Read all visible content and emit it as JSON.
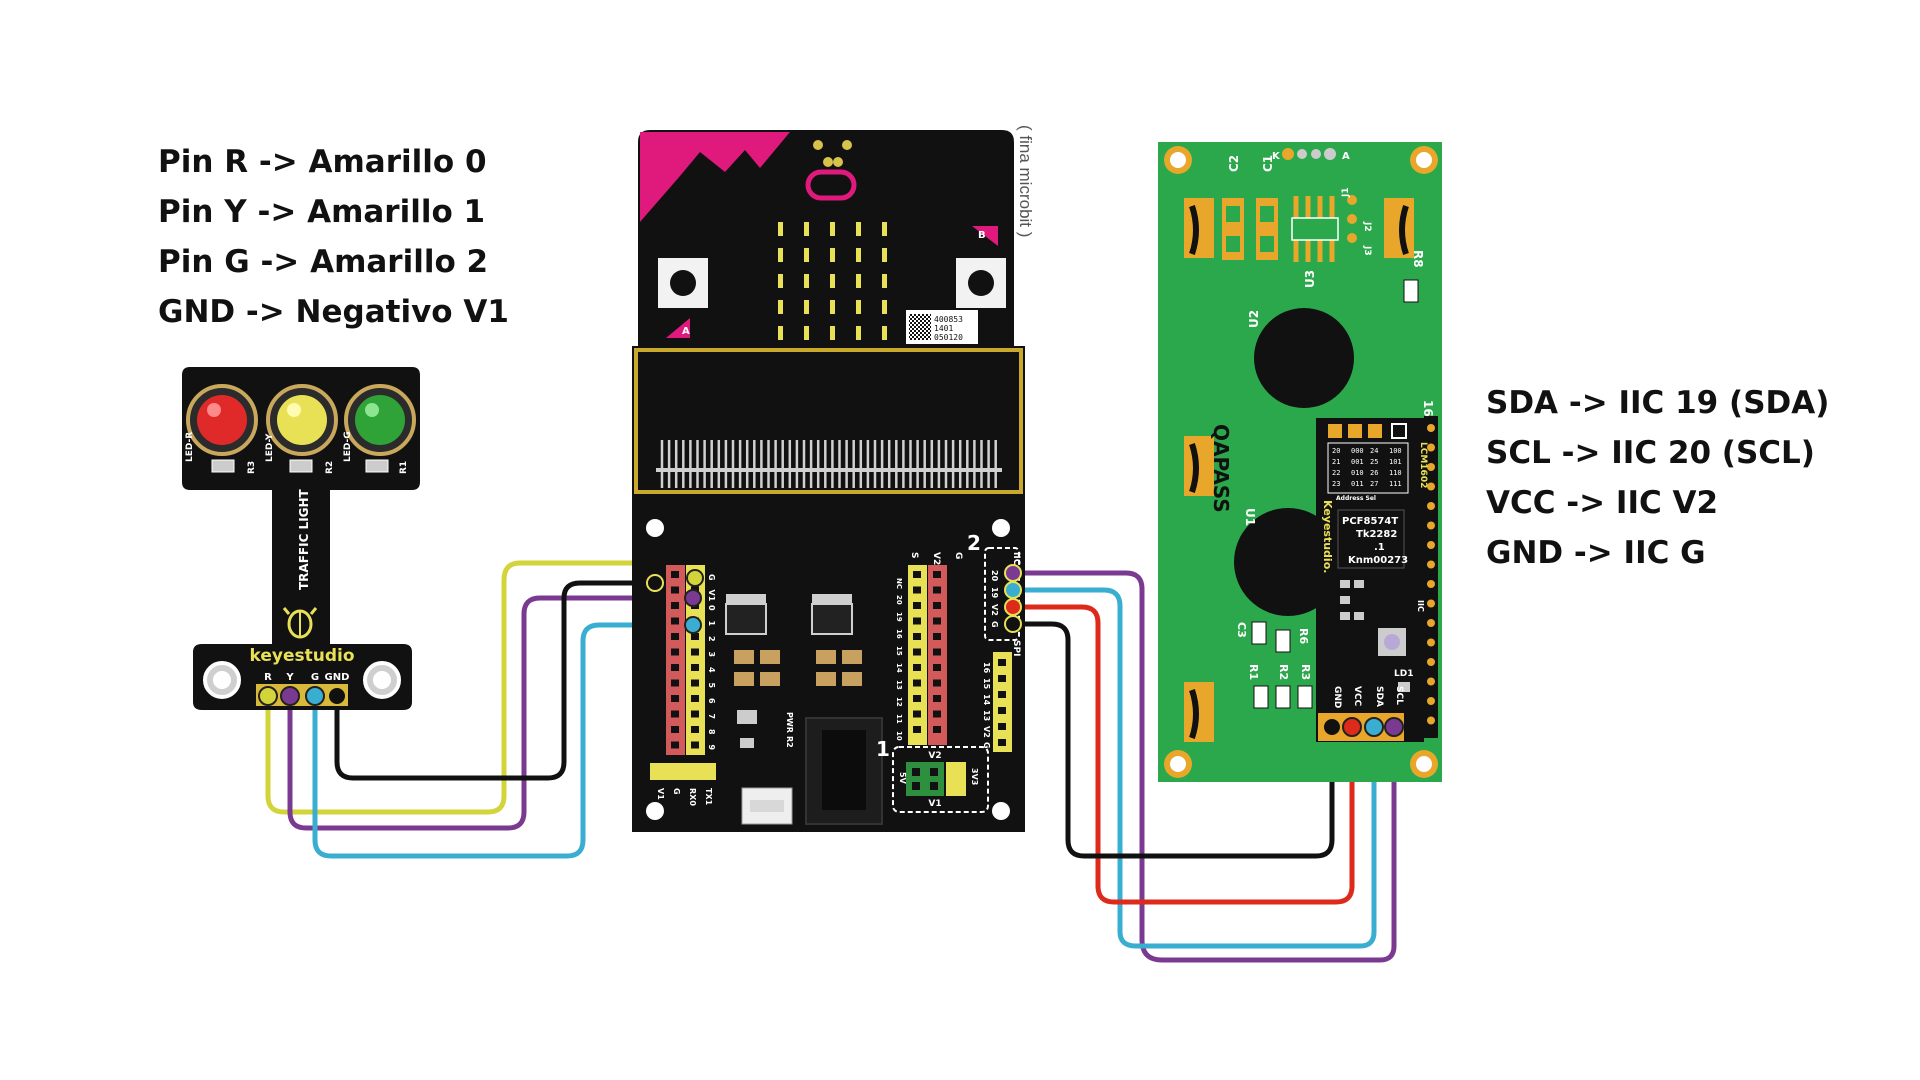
{
  "notes_left": [
    "Pin R -> Amarillo 0",
    "Pin Y -> Amarillo 1",
    "Pin G -> Amarillo 2",
    "GND -> Negativo V1"
  ],
  "notes_right": [
    "SDA -> IIC 19 (SDA)",
    "SCL -> IIC 20 (SCL)",
    "VCC -> IIC V2",
    "GND -> IIC G"
  ],
  "traffic_light": {
    "brand": "keyestudio",
    "title": "TRAFFIC LIGHT",
    "led_labels": [
      "LED-R",
      "LED-Y",
      "LED-G"
    ],
    "resistor_labels": [
      "R3",
      "R2",
      "R1"
    ],
    "pin_labels": [
      "R",
      "Y",
      "G",
      "GND"
    ]
  },
  "microbit": {
    "button_a": "A",
    "button_b": "B",
    "qr_text": "400853 1401 050120",
    "side_text": "( fina microbit )"
  },
  "shield": {
    "header1_label": "1",
    "header2_label": "2",
    "iic_label": "IIC",
    "iic_pins": [
      "20",
      "19",
      "V2",
      "G"
    ],
    "spi_label": "SPI",
    "spi_pins": [
      "16",
      "15",
      "14",
      "13",
      "V2",
      "G"
    ],
    "left_row_top": [
      "G",
      "V1",
      "0",
      "1",
      "2",
      "3",
      "4",
      "5",
      "6",
      "7",
      "8",
      "9"
    ],
    "bottom_labels": [
      "V1",
      "G",
      "RX0",
      "TX1"
    ],
    "mid_row_top": [
      "S",
      "V2",
      "G"
    ],
    "mid_row_nums": [
      "NC",
      "20",
      "19",
      "16",
      "15",
      "14",
      "13",
      "12",
      "11",
      "10"
    ],
    "jumper_labels": [
      "V2",
      "5V",
      "3V3",
      "V1"
    ],
    "pwr_labels": [
      "PWR",
      "R2"
    ]
  },
  "lcd": {
    "brand": "QAPASS",
    "backpack_brand": "Keyestudio.",
    "model": "LCM1602",
    "chip_lines": [
      "PCF8574T",
      "Tk2282",
      ".1",
      "Knm00273"
    ],
    "address_label": "Address Sel",
    "address_table": [
      [
        "20",
        "000",
        "24",
        "100"
      ],
      [
        "21",
        "001",
        "25",
        "101"
      ],
      [
        "22",
        "010",
        "26",
        "110"
      ],
      [
        "23",
        "011",
        "27",
        "111"
      ]
    ],
    "pin_labels": [
      "GND",
      "VCC",
      "SDA",
      "SCL"
    ],
    "top_labels": [
      "K",
      "A"
    ],
    "component_labels": [
      "C2",
      "C1",
      "J1",
      "J2",
      "J3",
      "U3",
      "R8",
      "U2",
      "U1",
      "C3",
      "R6",
      "R1",
      "R2",
      "R3",
      "LD1",
      "16",
      "IIC"
    ]
  },
  "wire_colors": {
    "yellow": "#d3d33a",
    "purple": "#7b3a91",
    "blue": "#3aaed0",
    "black": "#111111",
    "red": "#dd2a1b"
  }
}
